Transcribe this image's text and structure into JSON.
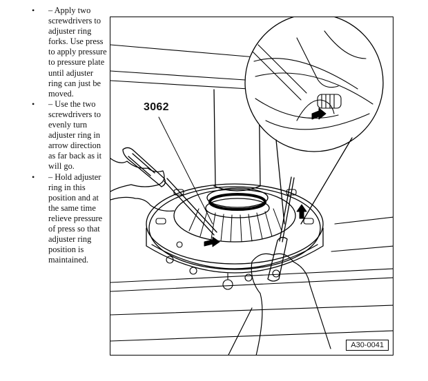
{
  "instructions": [
    "– Apply two screwdrivers to adjuster ring forks. Use press to apply pressure to pressure plate until adjuster ring can just be moved.",
    "– Use the two screwdrivers to evenly turn adjuster ring in arrow direction as far back as it will go.",
    "– Hold adjuster ring in this position and at the same time relieve pressure of press so that adjuster ring position is maintained."
  ],
  "bullet": "•",
  "figure": {
    "callout": "3062",
    "id": "A30-0041"
  }
}
